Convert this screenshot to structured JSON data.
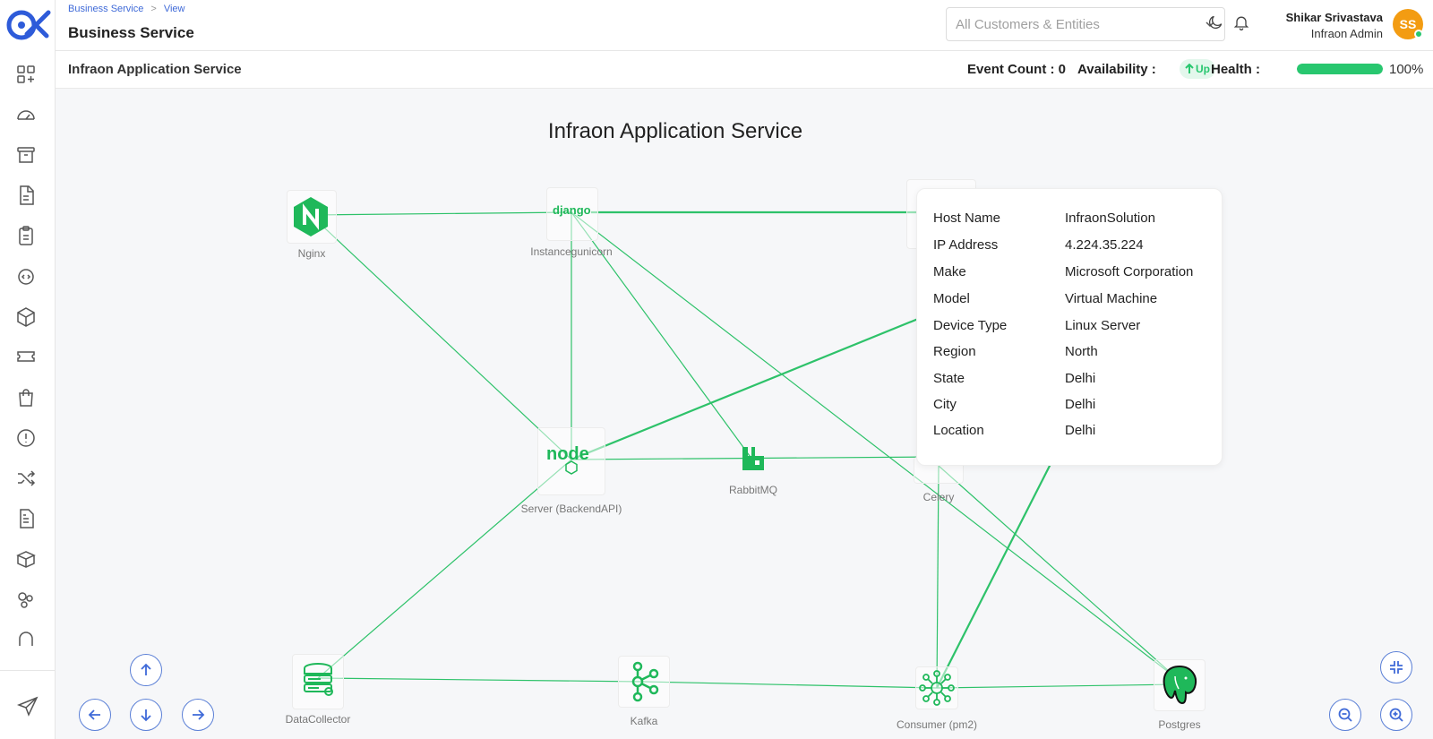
{
  "header": {
    "breadcrumb": [
      "Business Service",
      "View"
    ],
    "title": "Business Service",
    "entity_select": {
      "placeholder": "All Customers & Entities"
    },
    "user": {
      "name": "Shikar Srivastava",
      "role": "Infraon Admin",
      "initials": "SS"
    }
  },
  "subheader": {
    "service_name": "Infraon Application Service",
    "event_count": "Event Count : 0",
    "availability_label": "Availability :",
    "availability_status": "Up",
    "health_label": "Health :",
    "health_percent": 100,
    "health_value": "100%"
  },
  "canvas": {
    "title": "Infraon Application Service",
    "nodes": [
      {
        "id": "nginx",
        "label": "Nginx",
        "icon": "nginx-icon"
      },
      {
        "id": "django",
        "label": "Instancegunicorn",
        "icon": "django-icon"
      },
      {
        "id": "node",
        "label": "Server (BackendAPI)",
        "icon": "nodejs-icon"
      },
      {
        "id": "rabbitmq",
        "label": "RabbitMQ",
        "icon": "rabbitmq-icon"
      },
      {
        "id": "celery",
        "label": "Celery",
        "icon": "celery-icon"
      },
      {
        "id": "datacollector",
        "label": "DataCollector",
        "icon": "server-icon"
      },
      {
        "id": "kafka",
        "label": "Kafka",
        "icon": "kafka-icon"
      },
      {
        "id": "consumer",
        "label": "Consumer (pm2)",
        "icon": "network-icon"
      },
      {
        "id": "postgres",
        "label": "Postgres",
        "icon": "postgres-icon"
      }
    ]
  },
  "tooltip": {
    "rows": [
      {
        "label": "Host Name",
        "value": "InfraonSolution"
      },
      {
        "label": "IP Address",
        "value": "4.224.35.224"
      },
      {
        "label": "Make",
        "value": "Microsoft Corporation"
      },
      {
        "label": "Model",
        "value": "Virtual Machine"
      },
      {
        "label": "Device Type",
        "value": "Linux Server"
      },
      {
        "label": "Region",
        "value": "North"
      },
      {
        "label": "State",
        "value": "Delhi"
      },
      {
        "label": "City",
        "value": "Delhi"
      },
      {
        "label": "Location",
        "value": "Delhi"
      }
    ]
  },
  "colors": {
    "accent": "#3f6ad8",
    "success": "#28c76f",
    "avatar": "#f39c12"
  }
}
